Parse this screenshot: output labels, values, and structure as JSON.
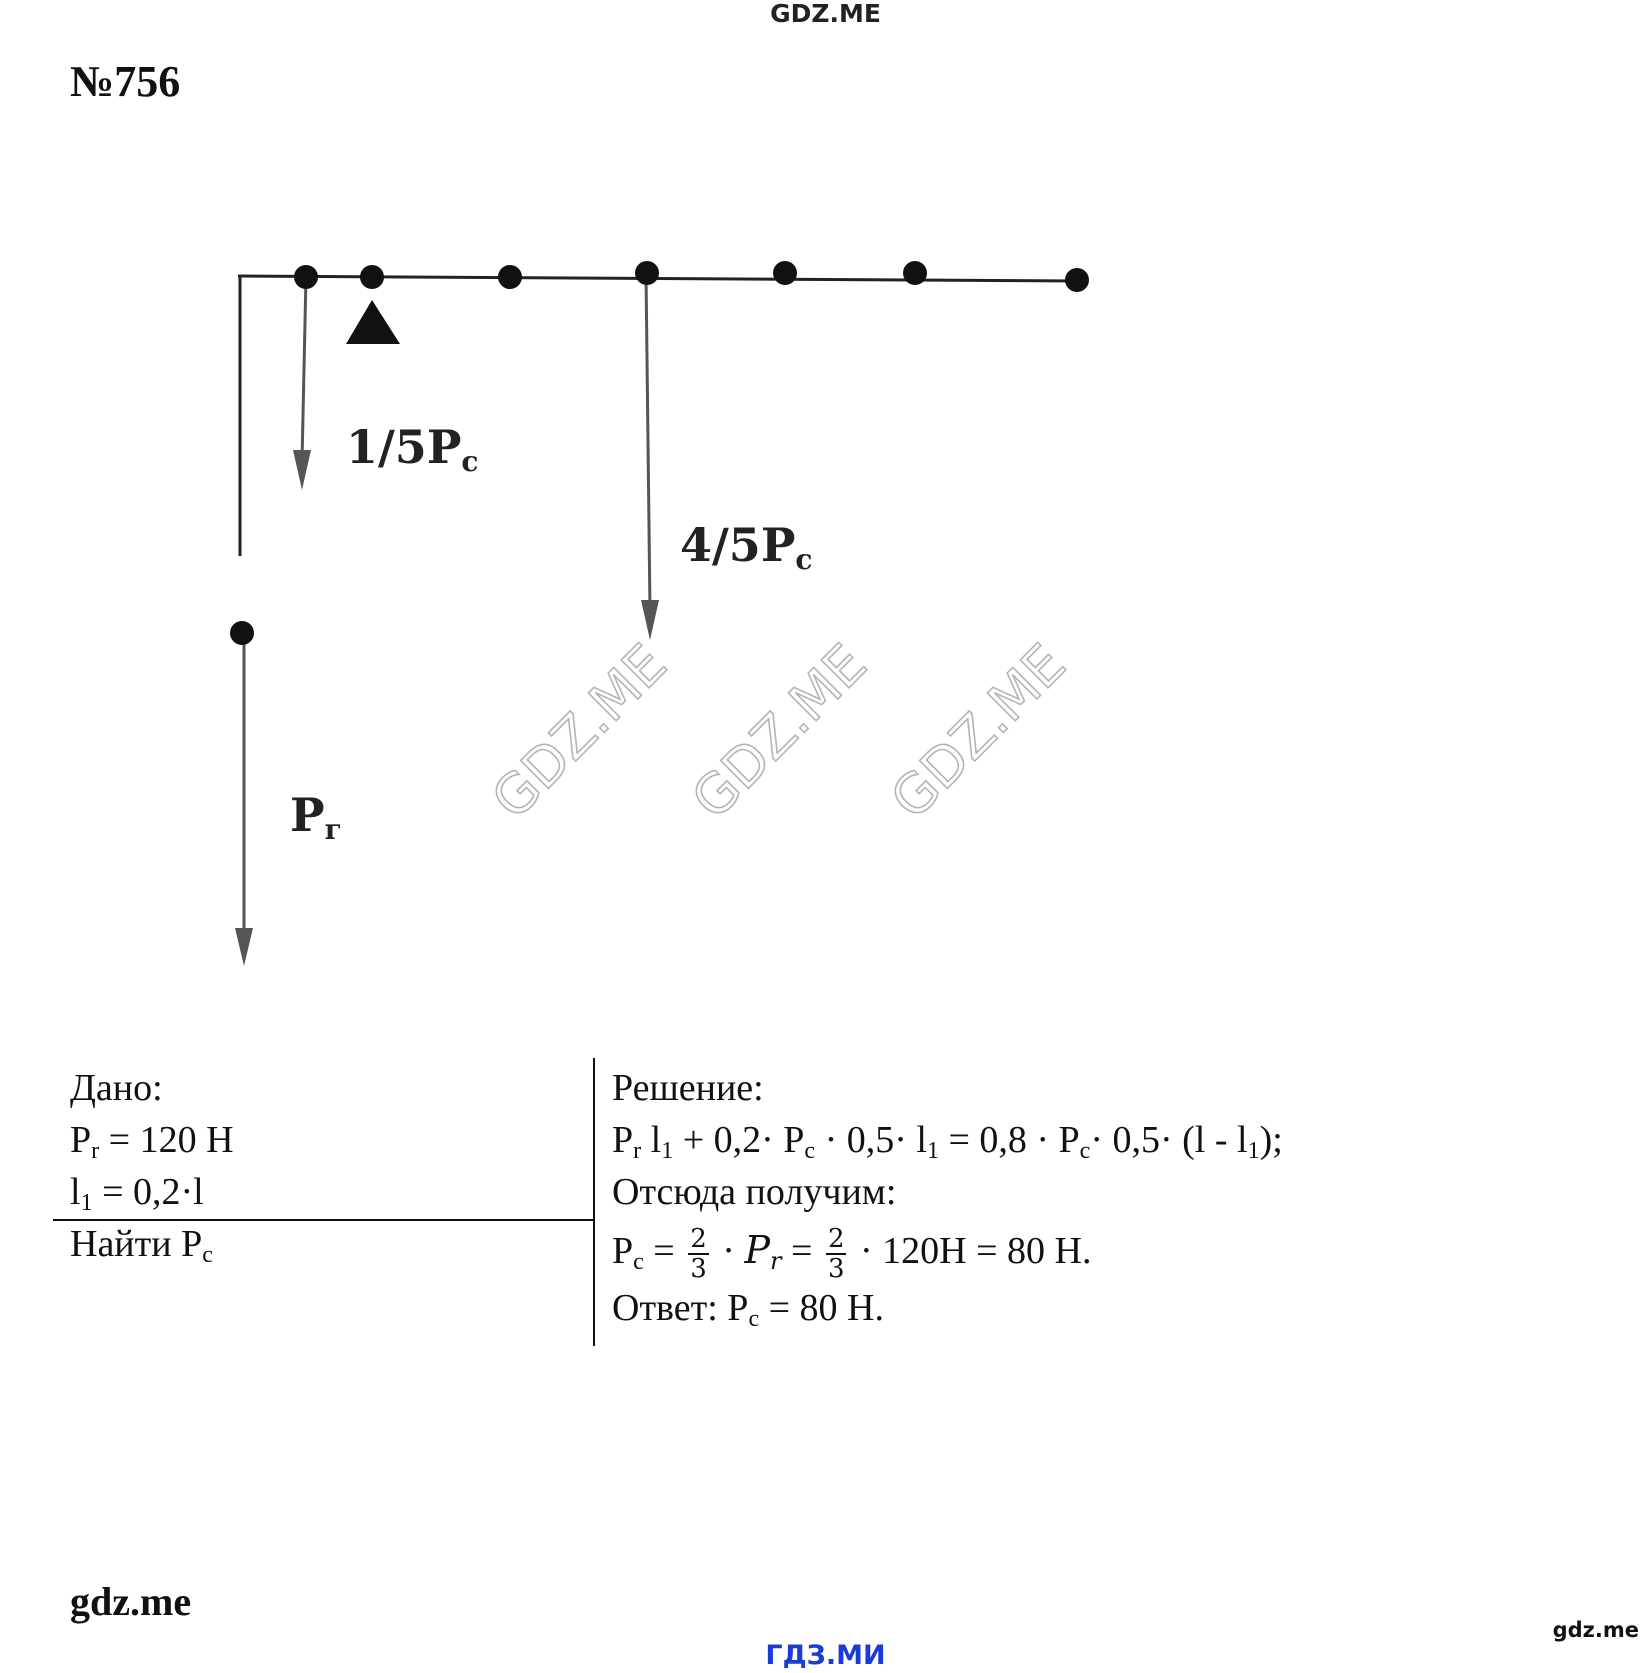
{
  "header": {
    "site": "GDZ.ME"
  },
  "problem": {
    "number": "№756"
  },
  "diagram": {
    "label_left": {
      "main": "1/5P",
      "sub": "c"
    },
    "label_right": {
      "main": "4/5P",
      "sub": "c"
    },
    "label_bottom": {
      "main": "P",
      "sub": "г"
    },
    "watermark": "GDZ.ME"
  },
  "given": {
    "title": "Дано:",
    "line1_a": "P",
    "line1_sub": "r",
    "line1_b": " = 120 Н",
    "line2_a": "l",
    "line2_sub": "1",
    "line2_b": " = 0,2·l",
    "find_a": "Найти P",
    "find_sub": "c"
  },
  "solution": {
    "title": "Решение:",
    "eq": {
      "p1": "P",
      "s1": "r",
      "p2": " l",
      "s2": "1",
      "p3": " + 0,2· P",
      "s3": "c",
      "p4": " · 0,5· l",
      "s4": "1",
      "p5": " = 0,8 · P",
      "s5": "c",
      "p6": "· 0,5· (l - l",
      "s6": "1",
      "p7": ");"
    },
    "derive": "Отсюда получим:",
    "result": {
      "p1": "P",
      "s1": "c",
      "eq1": " = ",
      "frac_num": "2",
      "frac_den": "3",
      "dot": " · ",
      "var": "P",
      "var_sub": "r",
      "eq2": " = ",
      "frac2_num": "2",
      "frac2_den": "3",
      "tail": " · 120Н = 80 Н."
    },
    "answer": {
      "p1": "Ответ: P",
      "s1": "c",
      "p2": " = 80 Н."
    }
  },
  "footer": {
    "left": "gdz.me",
    "right": "gdz.me",
    "center": "ГДЗ.МИ"
  }
}
